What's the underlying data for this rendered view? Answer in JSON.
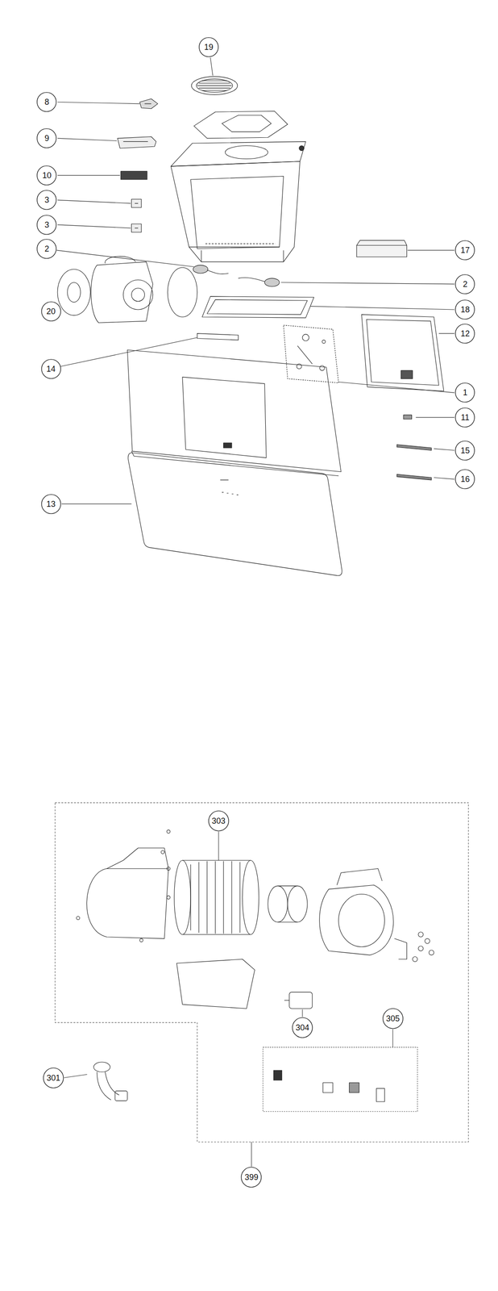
{
  "diagram": {
    "nodes": [
      {
        "text": [
          "19"
        ]
      },
      {
        "text": [
          "8"
        ]
      },
      {
        "text": [
          "9"
        ]
      },
      {
        "text": [
          "10"
        ]
      },
      {
        "text": [
          "3"
        ]
      },
      {
        "text": [
          "3"
        ]
      },
      {
        "text": [
          "2"
        ]
      },
      {
        "text": [
          "17"
        ]
      },
      {
        "text": [
          "2"
        ]
      },
      {
        "text": [
          "18"
        ]
      },
      {
        "text": [
          "20"
        ]
      },
      {
        "text": [
          "12"
        ]
      },
      {
        "text": [
          "14"
        ]
      },
      {
        "text": [
          "1"
        ]
      },
      {
        "text": [
          "11"
        ]
      },
      {
        "text": [
          "15"
        ]
      },
      {
        "text": [
          "16"
        ]
      },
      {
        "text": [
          "13"
        ]
      },
      {
        "text": [
          "303"
        ]
      },
      {
        "text": [
          "305"
        ]
      },
      {
        "text": [
          "304"
        ]
      },
      {
        "text": [
          "301"
        ]
      },
      {
        "text": [
          "399"
        ]
      }
    ]
  }
}
